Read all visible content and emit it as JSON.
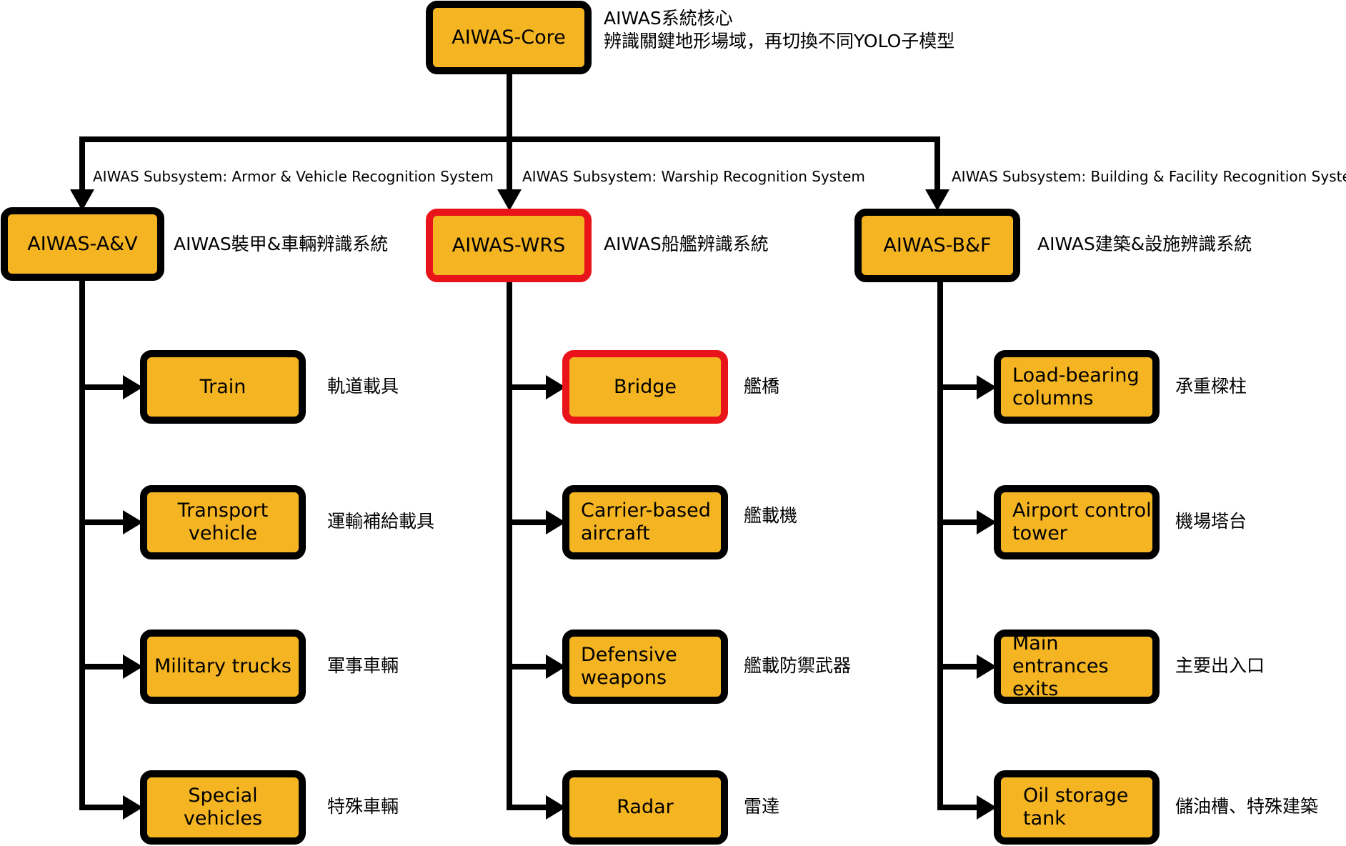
{
  "core": {
    "label": "AIWAS-Core",
    "desc_line1": "AIWAS系統核心",
    "desc_line2": "辨識關鍵地形場域，再切換不同YOLO子模型"
  },
  "subsystems": [
    {
      "caption": "AIWAS Subsystem: Armor & Vehicle Recognition System",
      "label": "AIWAS-A&V",
      "desc": "AIWAS裝甲&車輛辨識系統",
      "highlighted": false,
      "children": [
        {
          "label": "Train",
          "desc": "軌道載具"
        },
        {
          "label": "Transport vehicle",
          "desc": "運輸補給載具"
        },
        {
          "label": "Military trucks",
          "desc": "軍事車輛"
        },
        {
          "label": "Special vehicles",
          "desc": "特殊車輛"
        }
      ]
    },
    {
      "caption": "AIWAS Subsystem: Warship Recognition System",
      "label": "AIWAS-WRS",
      "desc": "AIWAS船艦辨識系統",
      "highlighted": true,
      "children": [
        {
          "label": "Bridge",
          "desc": "艦橋",
          "highlighted": true
        },
        {
          "label": "Carrier-based aircraft",
          "desc": "艦載機"
        },
        {
          "label": "Defensive weapons",
          "desc": "艦載防禦武器"
        },
        {
          "label": "Radar",
          "desc": "雷達"
        }
      ]
    },
    {
      "caption": "AIWAS Subsystem: Building & Facility Recognition System",
      "label": "AIWAS-B&F",
      "desc": "AIWAS建築&設施辨識系統",
      "highlighted": false,
      "children": [
        {
          "label": "Load-bearing columns",
          "desc": "承重樑柱"
        },
        {
          "label": "Airport control tower",
          "desc": "機場塔台"
        },
        {
          "label": "Main entrances exits",
          "desc": "主要出入口"
        },
        {
          "label": "Oil storage tank",
          "desc": "儲油槽、特殊建築"
        }
      ]
    }
  ],
  "colors": {
    "box_fill": "#f5b523",
    "box_border": "#000000",
    "highlight_border": "#e8141a",
    "connector": "#000000"
  }
}
